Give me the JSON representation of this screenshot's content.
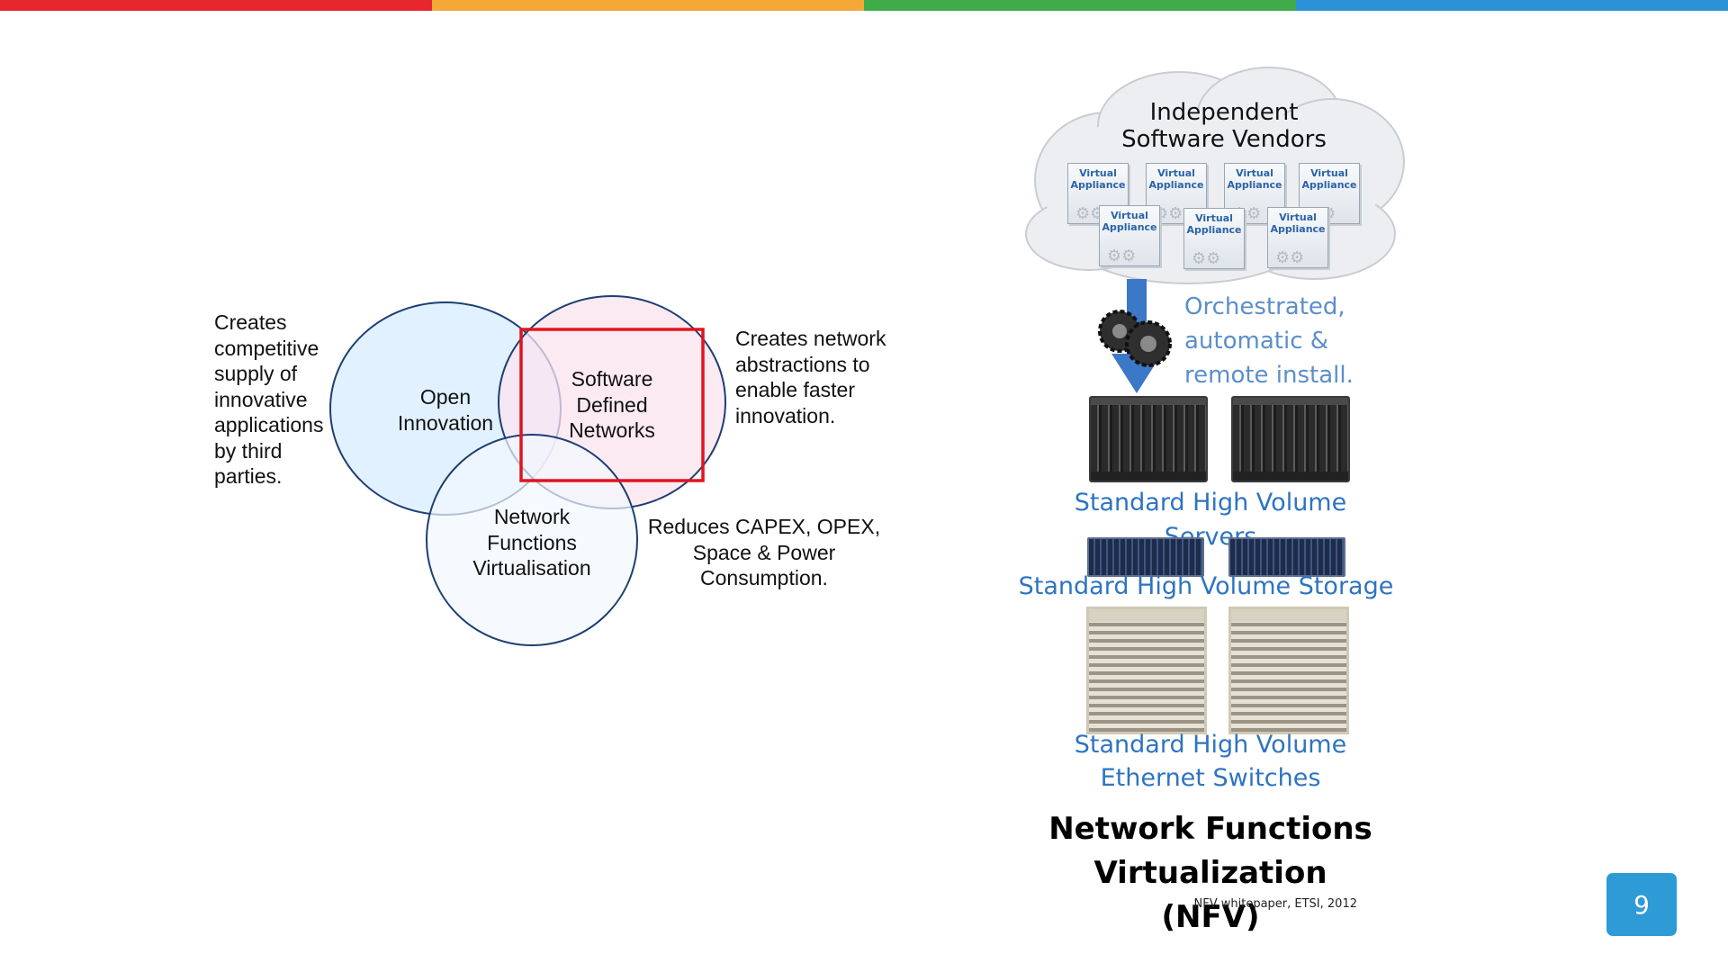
{
  "top_bar_colors": [
    "#e8262d",
    "#f5a838",
    "#3fab49",
    "#2b92d8"
  ],
  "venn": {
    "circles": [
      {
        "label": "Open\nInnovation",
        "fill": "#dcefff",
        "stroke": "#1d3f74"
      },
      {
        "label": "Software\nDefined\nNetworks",
        "fill": "#fbe3ef",
        "stroke": "#1d3f74"
      },
      {
        "label": "Network\nFunctions\nVirtualisation",
        "fill": "#f2f8fd",
        "stroke": "#1d3f74"
      }
    ],
    "highlight_color": "#e0141e",
    "annotations": {
      "open_innovation": "Creates\ncompetitive\nsupply of\ninnovative\napplications\nby third\nparties.",
      "sdn": "Creates network\nabstractions to\nenable faster\ninnovation.",
      "nfv": "Reduces CAPEX, OPEX,\nSpace & Power\nConsumption."
    }
  },
  "nfv_figure": {
    "cloud_title": "Independent\nSoftware Vendors",
    "appliance_label": "Virtual\nAppliance",
    "appliances": [
      "Virtual\nAppliance",
      "Virtual\nAppliance",
      "Virtual\nAppliance",
      "Virtual\nAppliance",
      "Virtual\nAppliance",
      "Virtual\nAppliance",
      "Virtual\nAppliance"
    ],
    "orchestration_text": "Orchestrated,\nautomatic &\nremote install.",
    "servers_label": "Standard High Volume Servers",
    "storage_label": "Standard High Volume Storage",
    "switches_label": "Standard High Volume\nEthernet Switches",
    "title": "Network Functions\nVirtualization (NFV)",
    "citation": "NFV whitepaper, ETSI, 2012",
    "label_color": "#2e74c0"
  },
  "page_number": "9"
}
